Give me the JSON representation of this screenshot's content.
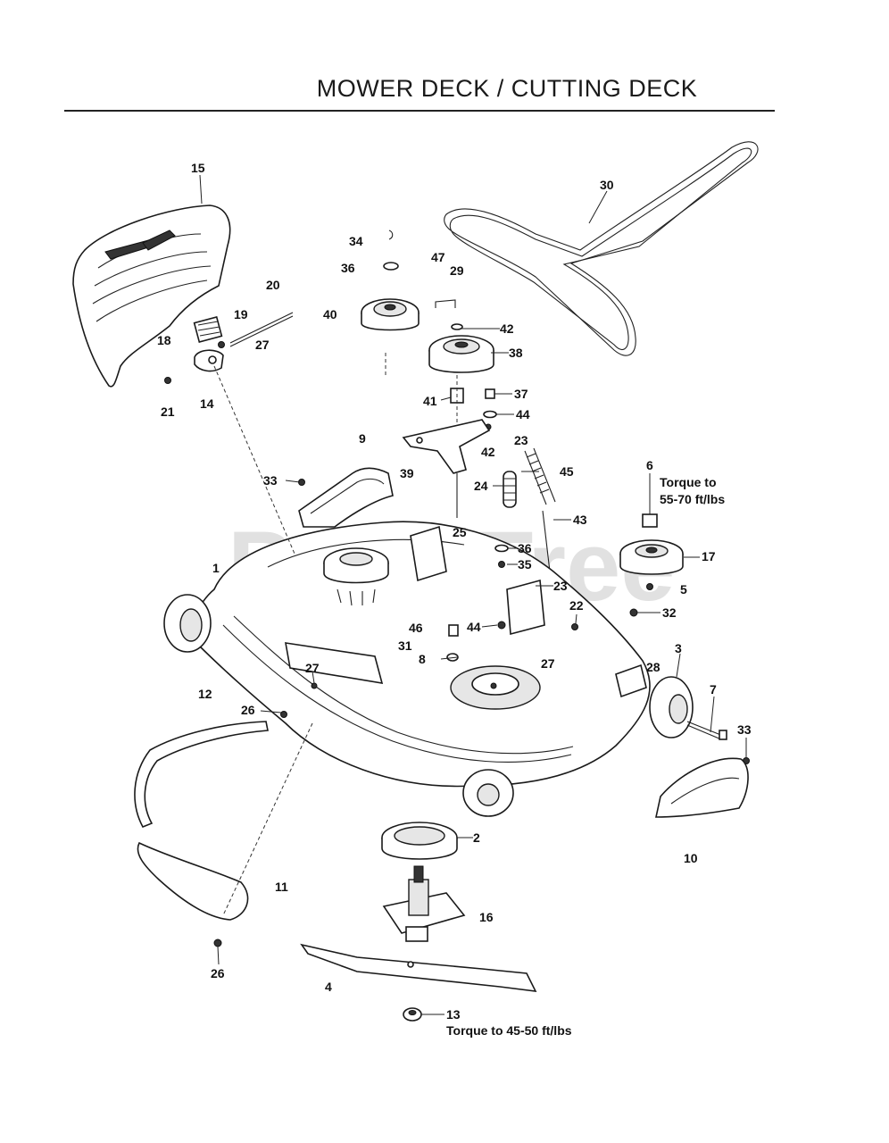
{
  "header": {
    "title": "MOWER DECK / CUTTING DECK"
  },
  "watermark": "PartsTree",
  "notes": {
    "torque_pulley_line1": "Torque to",
    "torque_pulley_line2": "55-70 ft/lbs",
    "torque_blade": "Torque to 45-50 ft/lbs"
  },
  "callouts": {
    "c1": "1",
    "c2": "2",
    "c3": "3",
    "c4": "4",
    "c5": "5",
    "c6": "6",
    "c7": "7",
    "c8": "8",
    "c9": "9",
    "c10": "10",
    "c11": "11",
    "c12": "12",
    "c13": "13",
    "c14": "14",
    "c15": "15",
    "c16": "16",
    "c17": "17",
    "c18": "18",
    "c19": "19",
    "c20": "20",
    "c21": "21",
    "c22": "22",
    "c23a": "23",
    "c23b": "23",
    "c24": "24",
    "c25": "25",
    "c26a": "26",
    "c26b": "26",
    "c27a": "27",
    "c27b": "27",
    "c27c": "27",
    "c28": "28",
    "c29": "29",
    "c30": "30",
    "c31": "31",
    "c32": "32",
    "c33a": "33",
    "c33b": "33",
    "c34": "34",
    "c35": "35",
    "c36a": "36",
    "c36b": "36",
    "c37": "37",
    "c38": "38",
    "c40": "40",
    "c39": "39",
    "c41": "41",
    "c42a": "42",
    "c42b": "42",
    "c43": "43",
    "c44a": "44",
    "c44b": "44",
    "c45": "45",
    "c46": "46",
    "c47": "47"
  }
}
